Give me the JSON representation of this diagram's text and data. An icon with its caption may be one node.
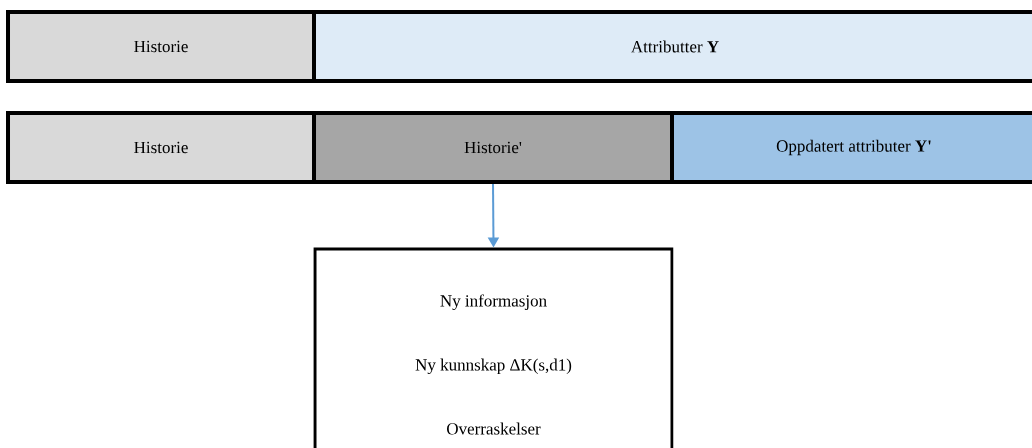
{
  "diagram": {
    "nodes": [
      {
        "text": [
          "Historie"
        ]
      },
      {
        "text": [
          "Attributter **Y**"
        ]
      },
      {
        "text": [
          "Historie"
        ]
      },
      {
        "text": [
          "Historie'"
        ]
      },
      {
        "text": [
          "Oppdatert attributer **Y'**"
        ]
      },
      {
        "text": [
          "Ny informasjon",
          "Ny kunnskap ΔK(s,d1)",
          "Overraskelser"
        ]
      }
    ],
    "edges": [
      {
        "from": 3,
        "to": 5,
        "arrow": "to"
      }
    ]
  }
}
